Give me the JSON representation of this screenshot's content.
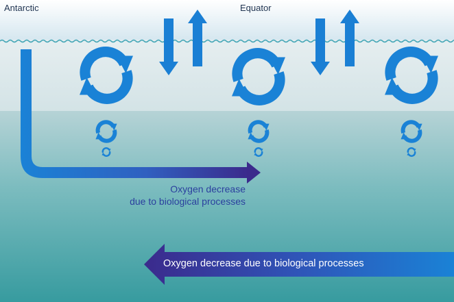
{
  "labels": {
    "antarctic": "Antarctic",
    "equator": "Equator",
    "oxygen_decrease_line1": "Oxygen decrease",
    "oxygen_decrease_line2": "due to biological processes",
    "oxygen_decrease_full": "Oxygen decrease due to biological processes"
  },
  "colors": {
    "sky_top": "#ffffff",
    "surface_water": "#dfe9ec",
    "deep_water": "#3fa0a4",
    "bright_blue": "#1a82d6",
    "arrow_blue": "#1a7fd4",
    "arrow_purple": "#3b2a8c",
    "text_dark_blue": "#2b3f9e"
  }
}
